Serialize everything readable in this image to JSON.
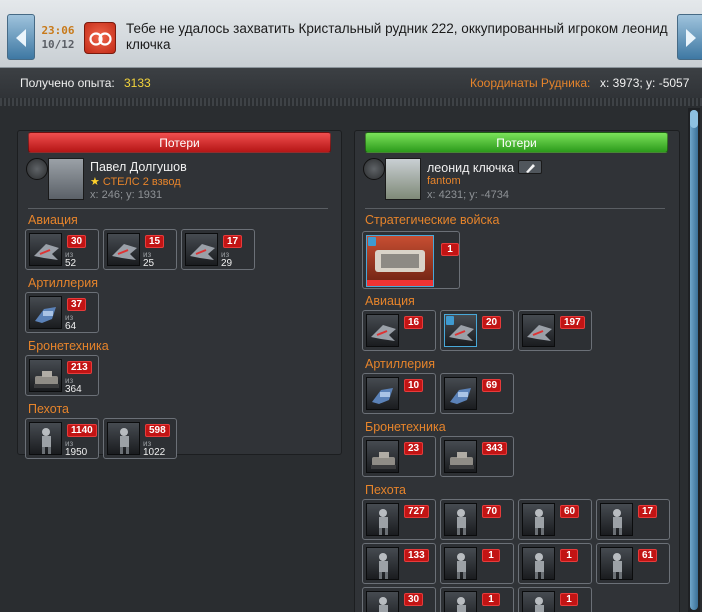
{
  "header": {
    "time": "23:06",
    "date": "10/12",
    "message": "Тебе не удалось захватить Кристальный рудник 222, оккупированный игроком леонид ключка"
  },
  "info": {
    "exp_label": "Получено опыта:",
    "exp_value": "3133",
    "coords_label": "Координаты Рудника:",
    "coords_value": "x: 3973; y: -5057"
  },
  "left": {
    "losses": "Потери",
    "player": {
      "name": "Павел Долгушов",
      "guild": "СТЕЛС 2 взвод",
      "coords": "x: 246; y: 1931"
    },
    "categories": [
      {
        "title": "Авиация",
        "units": [
          {
            "lost": "30",
            "of": "из",
            "total": "52"
          },
          {
            "lost": "15",
            "of": "из",
            "total": "25"
          },
          {
            "lost": "17",
            "of": "из",
            "total": "29"
          }
        ]
      },
      {
        "title": "Артиллерия",
        "units": [
          {
            "lost": "37",
            "of": "из",
            "total": "64"
          }
        ]
      },
      {
        "title": "Бронетехника",
        "units": [
          {
            "lost": "213",
            "of": "из",
            "total": "364"
          }
        ]
      },
      {
        "title": "Пехота",
        "units": [
          {
            "lost": "1140",
            "of": "из",
            "total": "1950"
          },
          {
            "lost": "598",
            "of": "из",
            "total": "1022"
          }
        ]
      }
    ]
  },
  "right": {
    "losses": "Потери",
    "player": {
      "name": "леонид ключка",
      "guild": "fantom",
      "coords": "x: 4231; y: -4734"
    },
    "strategic": {
      "title": "Стратегические войска",
      "lost": "1"
    },
    "categories": [
      {
        "title": "Авиация",
        "units": [
          "16",
          "20",
          "197"
        ]
      },
      {
        "title": "Артиллерия",
        "units": [
          "10",
          "69"
        ]
      },
      {
        "title": "Бронетехника",
        "units": [
          "23",
          "343"
        ]
      },
      {
        "title": "Пехота",
        "units": [
          "727",
          "70",
          "60",
          "17",
          "133",
          "1",
          "1",
          "61",
          "30",
          "1",
          "1"
        ]
      }
    ]
  },
  "colors": {
    "accent_orange": "#e6842b",
    "exp_yellow": "#f3d43b",
    "loss_red": "#c21414",
    "header_red": "#d42020",
    "header_green": "#3fb82a"
  }
}
